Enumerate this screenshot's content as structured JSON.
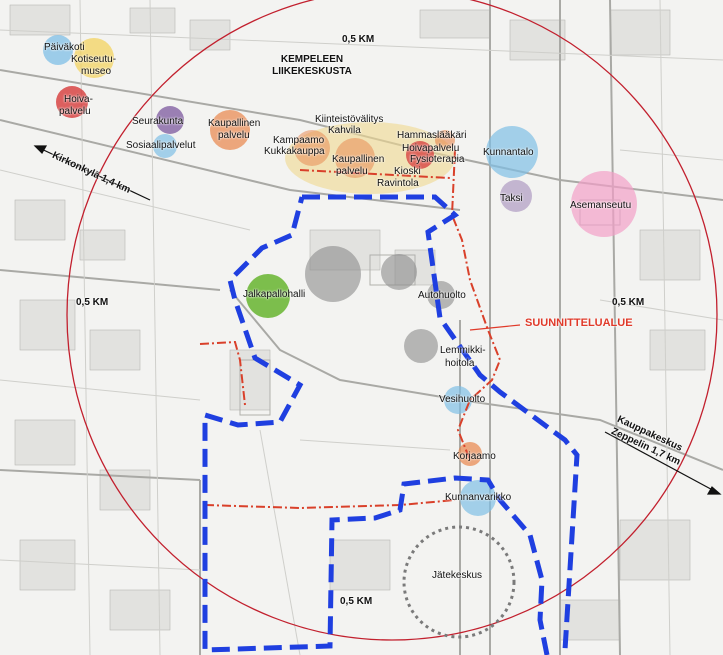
{
  "radius_labels": {
    "top": "0,5 KM",
    "left": "0,5 KM",
    "right": "0,5 KM",
    "bottom": "0,5 KM"
  },
  "center": {
    "line1": "KEMPELEEN",
    "line2": "LIIKEKESKUSTA"
  },
  "planning_area": "SUUNNITTELUALUE",
  "directions": {
    "kirkonkyla": "Kirkonkylä 1,4 km",
    "kauppakeskus_line1": "Kauppakeskus",
    "kauppakeskus_line2": "Zeppelin 1,7 km"
  },
  "places": {
    "paivakoti": "Päiväkoti",
    "kotiseutu_line1": "Kotiseutu-",
    "kotiseutu_line2": "museo",
    "hoiva_nw_line1": "Hoiva-",
    "hoiva_nw_line2": "palvelu",
    "seurakunta": "Seurakunta",
    "sosiaali": "Sosiaalipalvelut",
    "kaupallinen1_line1": "Kaupallinen",
    "kaupallinen1_line2": "palvelu",
    "kiinteisto": "Kiinteistövälitys",
    "kahvila": "Kahvila",
    "kampaamo": "Kampaamo",
    "kukkakauppa": "Kukkakauppa",
    "kaupallinen2_line1": "Kaupallinen",
    "kaupallinen2_line2": "palvelu",
    "hammas": "Hammaslääkäri",
    "hoivapalvelu": "Hoivapalvelu",
    "fysio": "Fysioterapia",
    "kioski": "Kioski",
    "ravintola": "Ravintola",
    "kunnantalo": "Kunnantalo",
    "taksi": "Taksi",
    "asemanseutu": "Asemanseutu",
    "jalkapallohalli": "Jalkapallohalli",
    "autohuolto": "Autohuolto",
    "lemmikki_line1": "Lemmikki-",
    "lemmikki_line2": "hoitola",
    "vesihuolto": "Vesihuolto",
    "korjaamo": "Korjaamo",
    "kunnanvarikko": "Kunnanvarikko",
    "jatekeskus": "Jätekeskus"
  },
  "colors": {
    "radius_circle": "#c2202e",
    "planning_boundary": "#1f3fe0",
    "plan_line": "#d9402a",
    "blue_bubble": "#7fbfe6",
    "yellow_bubble": "#f2d055",
    "red_bubble": "#d63a3a",
    "purple_bubble": "#8a6aa8",
    "orange_bubble": "#e8844a",
    "pink_bubble": "#f2a0c8",
    "green_bubble": "#6fb83a",
    "grey_bubble": "#8c8c8c",
    "center_zone": "#f0d890"
  }
}
